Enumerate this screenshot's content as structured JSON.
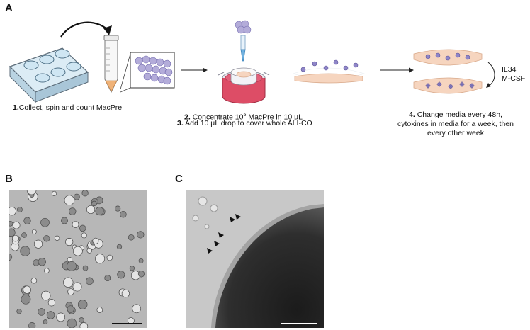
{
  "panels": {
    "a": {
      "letter": "A"
    },
    "b": {
      "letter": "B"
    },
    "c": {
      "letter": "C"
    }
  },
  "steps": {
    "step1": {
      "num": "1.",
      "text": "Collect, spin and count MacPre"
    },
    "step2": {
      "num": "2.",
      "text_pre": "Concentrate 10",
      "sup": "5",
      "text_post": " MacPre in 10 µL"
    },
    "step3": {
      "num": "3.",
      "text": "Add 10 µL drop to cover whole ALI-CO"
    },
    "step4": {
      "num": "4.",
      "line1": "Change media every 48h,",
      "line2": "cytokines in media for a week, then",
      "line3": "every other week"
    }
  },
  "cytokines": {
    "line1": "IL34",
    "line2": "M-CSF"
  },
  "colors": {
    "plate": "#cfe6f3",
    "cell": "#8f86c8",
    "tissue": "#f6d5bf",
    "dish_media": "#dd4d66",
    "pellet": "#f0b277",
    "arrow": "#111111"
  }
}
